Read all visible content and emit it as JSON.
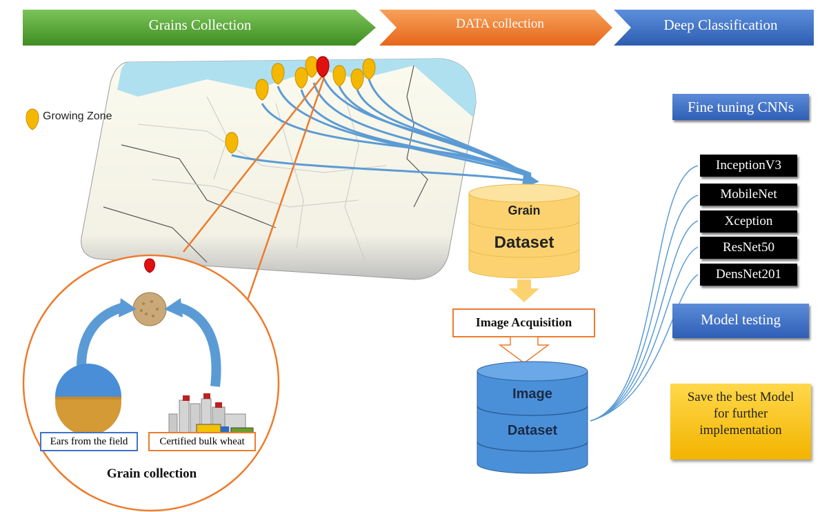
{
  "stages": {
    "grains": "Grains Collection",
    "data": "DATA collection",
    "deep": "Deep Classification"
  },
  "legend": {
    "growing_zone": "Growing Zone"
  },
  "grain_dataset": {
    "line1": "Grain",
    "line2": "Dataset"
  },
  "acquisition": "Image Acquisition",
  "image_dataset": {
    "line1": "Image",
    "line2": "Dataset"
  },
  "fine_tuning": "Fine tuning CNNs",
  "models": [
    "InceptionV3",
    "MobileNet",
    "Xception",
    "ResNet50",
    "DensNet201"
  ],
  "model_testing": "Model testing",
  "save_best": "Save the best Model for further implementation",
  "field_caption": "Ears from the field",
  "bulk_caption": "Certified bulk wheat",
  "grain_collection": "Grain collection",
  "colors": {
    "green": "#5aa33a",
    "orange": "#ee7a2b",
    "blue": "#3f72c8",
    "arrow_blue": "#5b9bd5",
    "pin": "#f5b800",
    "pin_red": "#e01010",
    "db_yellow": "#fbd26f",
    "db_blue": "#4a90d9"
  }
}
